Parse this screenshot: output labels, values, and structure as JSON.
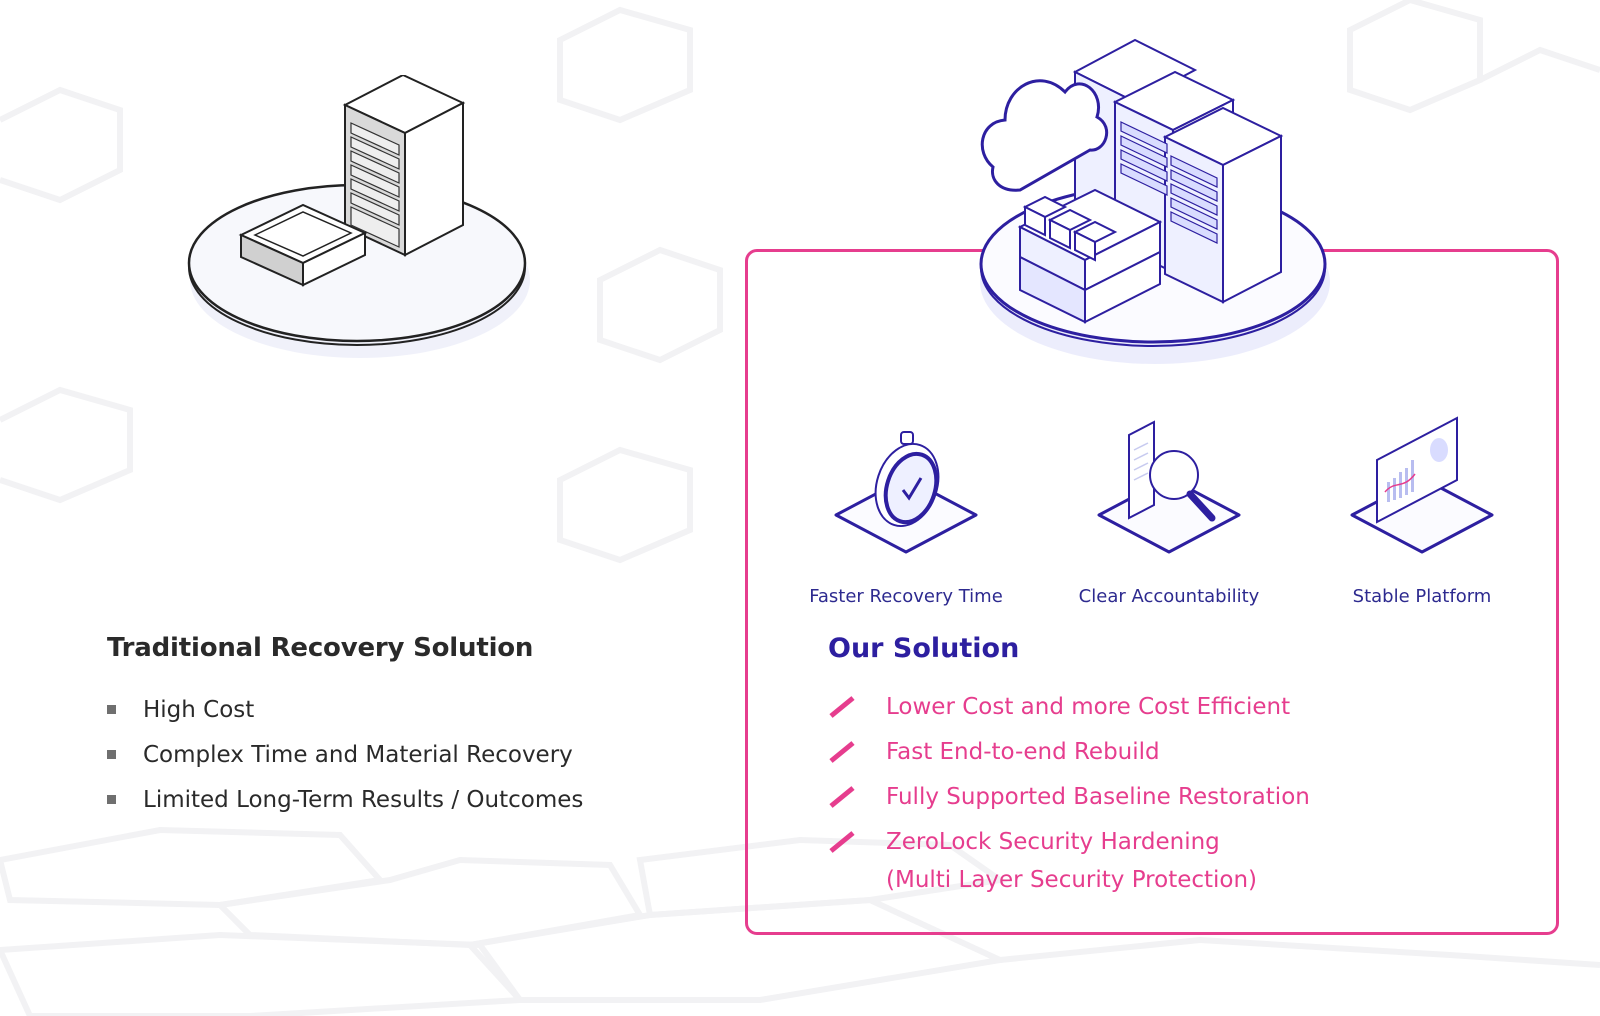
{
  "left": {
    "illustration": "on-premise-server-and-backup-device",
    "title": "Traditional Recovery Solution",
    "items": [
      "High Cost",
      "Complex Time and Material Recovery",
      "Limited Long-Term Results / Outcomes"
    ]
  },
  "right": {
    "illustration": "cloud-servers-and-storage",
    "features": [
      {
        "icon": "stopwatch-check-icon",
        "label": "Faster Recovery Time"
      },
      {
        "icon": "document-magnifier-icon",
        "label": "Clear Accountability"
      },
      {
        "icon": "dashboard-chart-icon",
        "label": "Stable Platform"
      }
    ],
    "title": "Our Solution",
    "items": [
      {
        "line1": "Lower Cost and more Cost Efficient"
      },
      {
        "line1": "Fast End-to-end Rebuild"
      },
      {
        "line1": "Fully Supported Baseline Restoration"
      },
      {
        "line1": "ZeroLock Security Hardening",
        "line2": "(Multi Layer Security Protection)"
      }
    ]
  },
  "colors": {
    "accent_pink": "#e63d8e",
    "accent_indigo": "#2d1fa0",
    "text_dark": "#2a2a2a",
    "bullet_gray": "#6f6f6f"
  }
}
